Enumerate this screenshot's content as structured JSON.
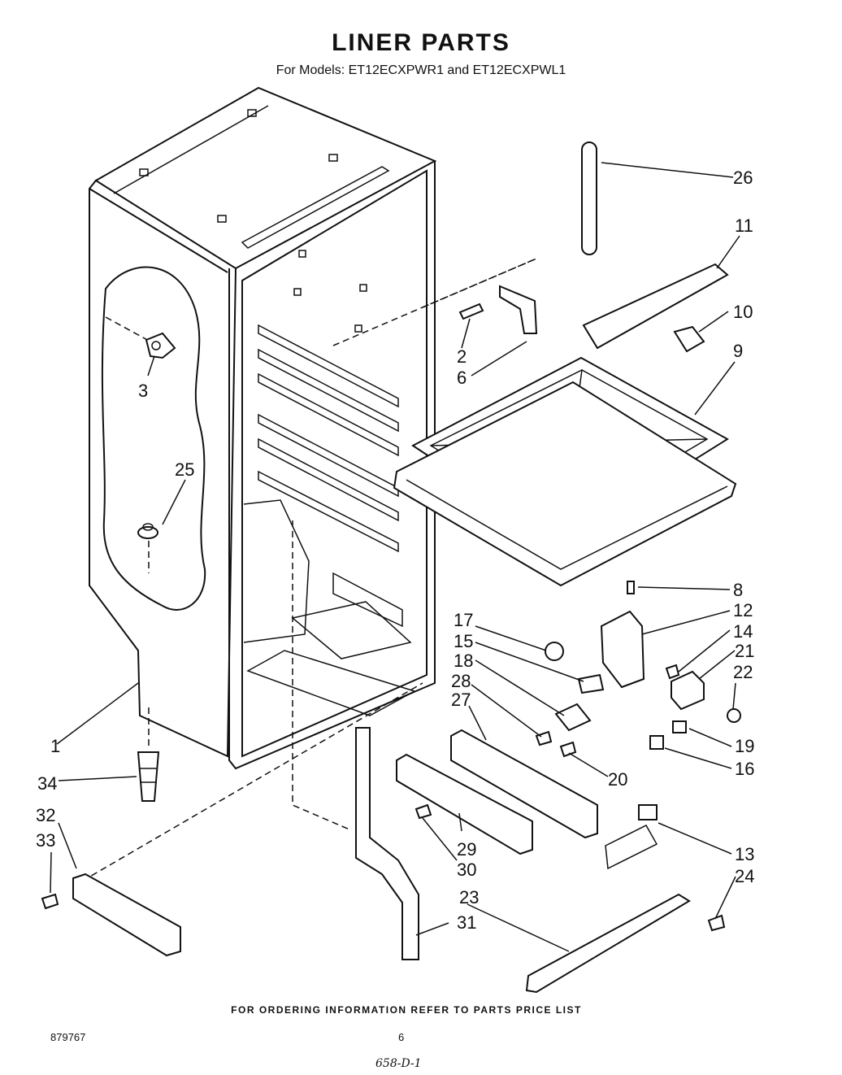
{
  "title": "LINER PARTS",
  "subtitle": "For Models: ET12ECXPWR1 and  ET12ECXPWL1",
  "footer_note": "FOR ORDERING INFORMATION REFER TO PARTS PRICE LIST",
  "document_number": "879767",
  "page_number": "6",
  "handwritten_note": "658-D-1",
  "callouts": {
    "c1": "1",
    "c2": "2",
    "c3": "3",
    "c6": "6",
    "c8": "8",
    "c9": "9",
    "c10": "10",
    "c11": "11",
    "c12": "12",
    "c13": "13",
    "c14": "14",
    "c15": "15",
    "c16": "16",
    "c17": "17",
    "c18": "18",
    "c19": "19",
    "c20": "20",
    "c21": "21",
    "c22": "22",
    "c23": "23",
    "c24": "24",
    "c25": "25",
    "c26": "26",
    "c27": "27",
    "c28": "28",
    "c29": "29",
    "c30": "30",
    "c31": "31",
    "c32": "32",
    "c33": "33",
    "c34": "34"
  }
}
